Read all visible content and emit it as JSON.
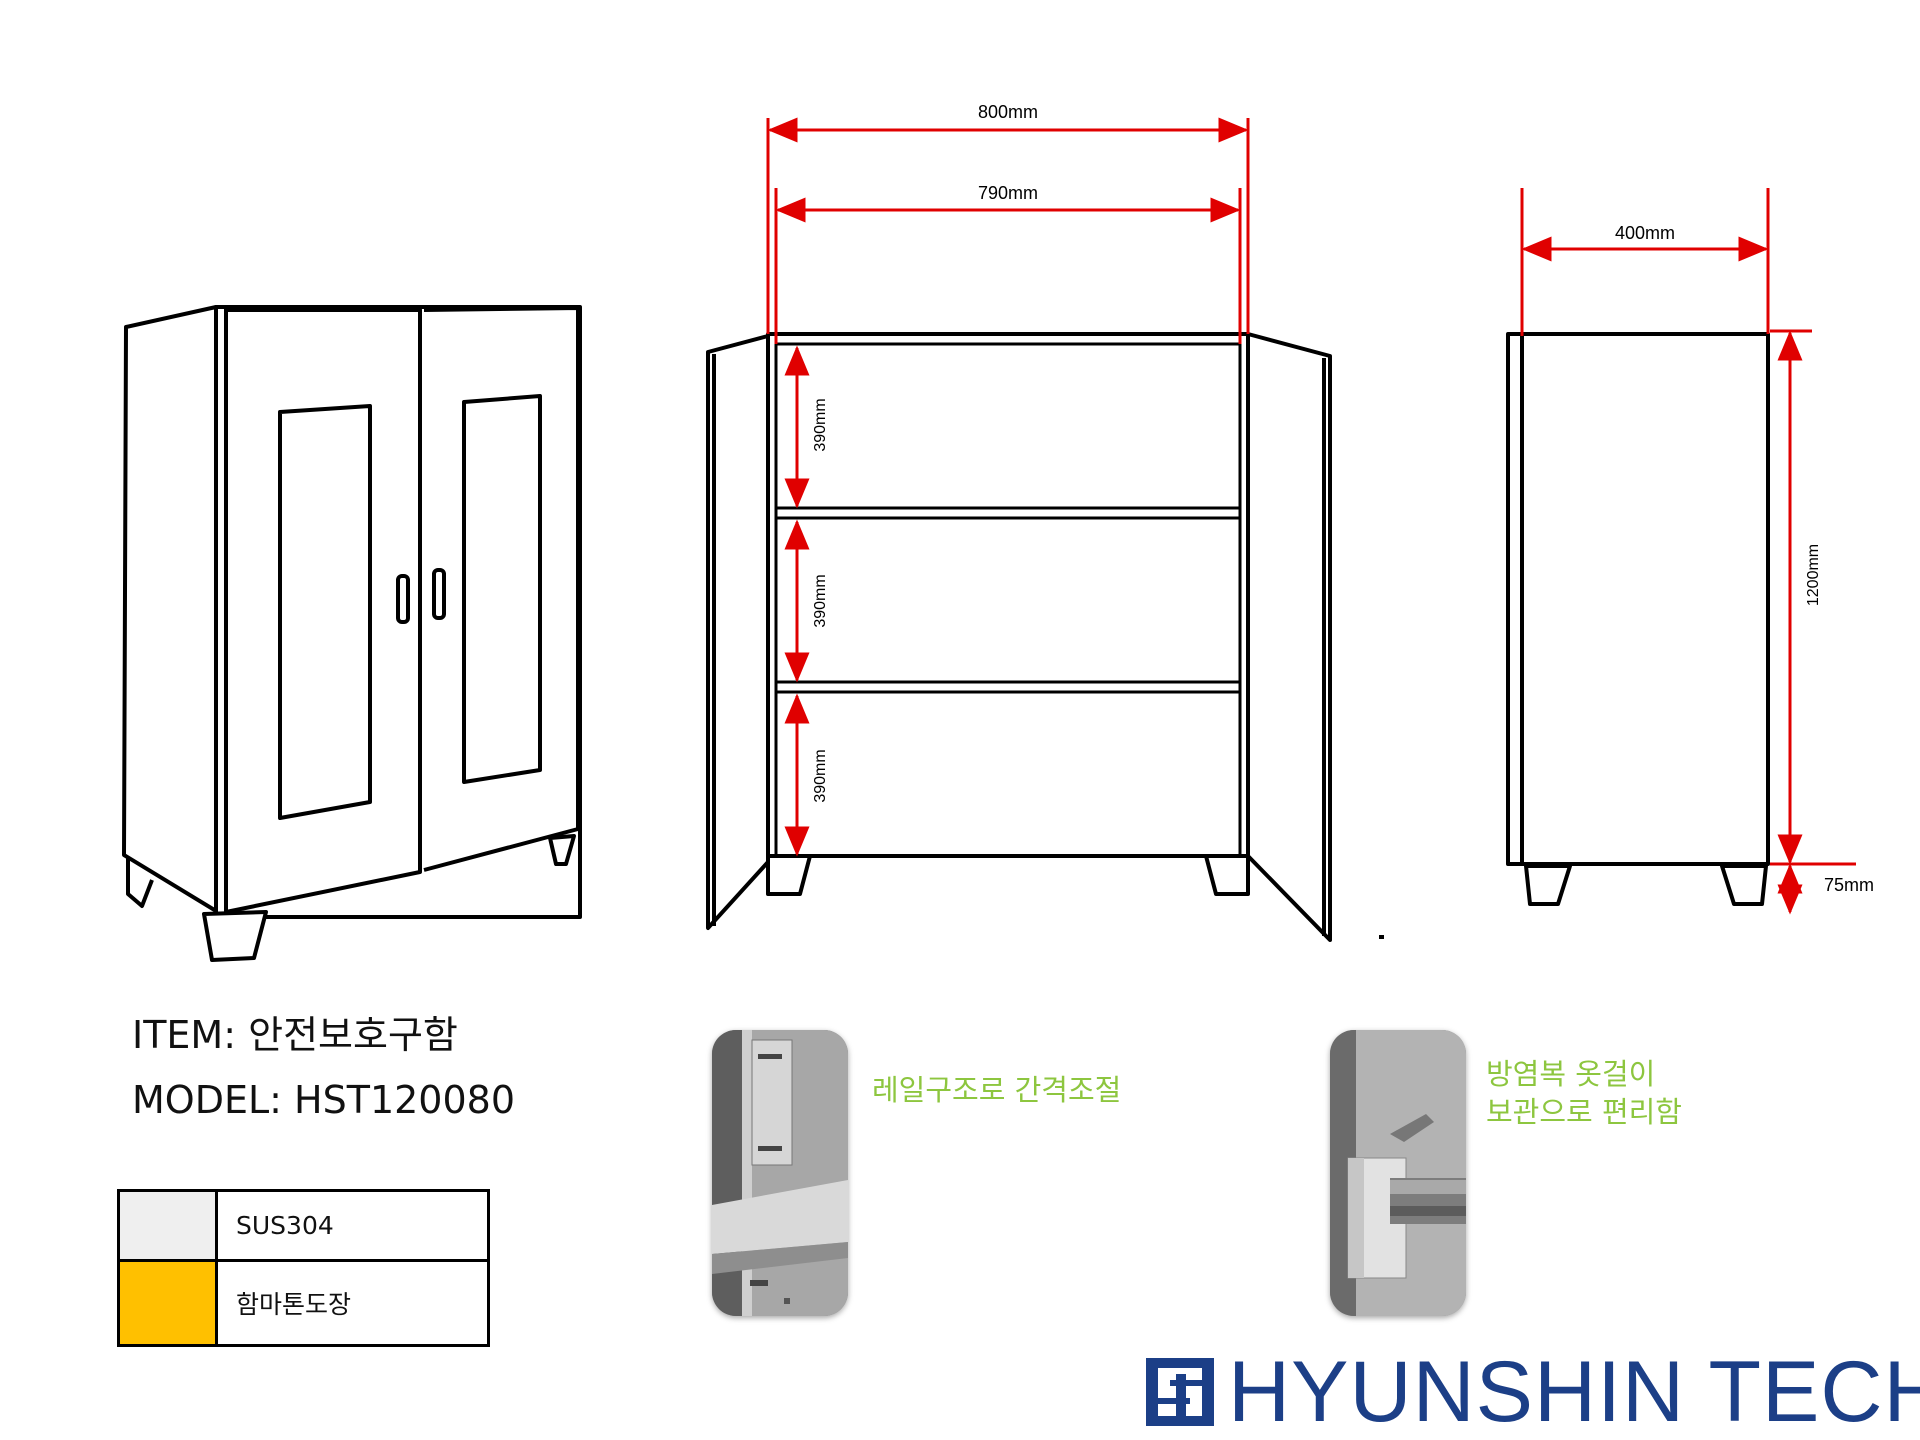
{
  "item": {
    "label": "ITEM:",
    "value": "안전보호구함"
  },
  "model": {
    "label": "MODEL:",
    "value": "HST120080"
  },
  "materials": [
    {
      "name": "SUS304",
      "color": "#efefef"
    },
    {
      "name": "함마톤도장",
      "color": "#ffc000"
    }
  ],
  "dimensions": {
    "outer_width": "800mm",
    "inner_width": "790mm",
    "depth": "400mm",
    "shelf_gap": "390mm",
    "height": "1200mm",
    "leg_height": "75mm"
  },
  "features": {
    "rail": {
      "lines": [
        "레일구조로 간격조절"
      ]
    },
    "hanger": {
      "lines": [
        "방염복 옷걸이",
        "보관으로 편리함"
      ]
    }
  },
  "brand": {
    "name": "HYUNSHIN TECH"
  },
  "colors": {
    "dimension_line": "#e00000",
    "caption_text": "#8dc63f",
    "brand": "#1c3f87"
  }
}
